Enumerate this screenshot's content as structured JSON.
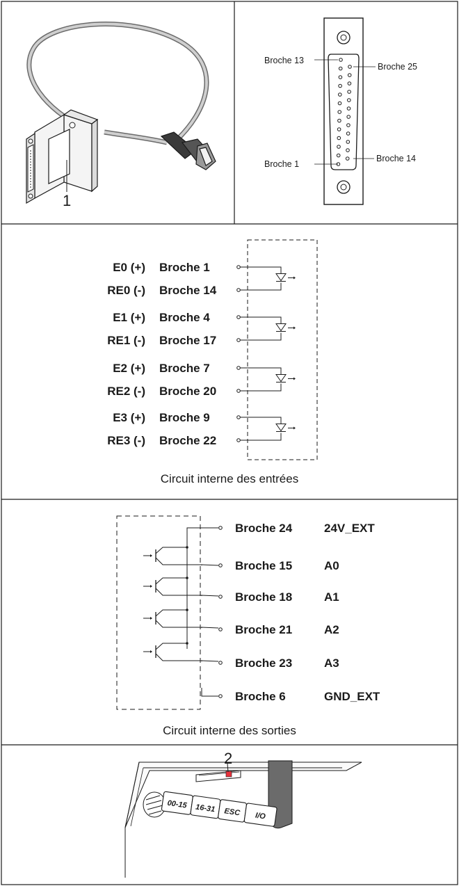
{
  "panel1": {
    "callout": "1"
  },
  "panel2": {
    "pin13": "Broche 13",
    "pin25": "Broche 25",
    "pin1": "Broche 1",
    "pin14": "Broche 14"
  },
  "inputs": {
    "rows": [
      {
        "signal": "E0 (+)",
        "pin": "Broche 1"
      },
      {
        "signal": "RE0  (-)",
        "pin": "Broche 14"
      },
      {
        "signal": "E1 (+)",
        "pin": "Broche 4"
      },
      {
        "signal": "RE1  (-)",
        "pin": "Broche 17"
      },
      {
        "signal": "E2 (+)",
        "pin": "Broche 7"
      },
      {
        "signal": "RE2  (-)",
        "pin": "Broche 20"
      },
      {
        "signal": "E3 (+)",
        "pin": "Broche 9"
      },
      {
        "signal": "RE3  (-)",
        "pin": "Broche 22"
      }
    ],
    "caption": "Circuit interne des entrées"
  },
  "outputs": {
    "rows": [
      {
        "pin": "Broche 24",
        "signal": "24V_EXT"
      },
      {
        "pin": "Broche 15",
        "signal": "A0"
      },
      {
        "pin": "Broche 18",
        "signal": "A1"
      },
      {
        "pin": "Broche 21",
        "signal": "A2"
      },
      {
        "pin": "Broche 23",
        "signal": "A3"
      },
      {
        "pin": "Broche 6",
        "signal": "GND_EXT"
      }
    ],
    "caption": "Circuit interne des sorties"
  },
  "device": {
    "callout": "2",
    "keys": [
      "00-15",
      "16-31",
      "ESC",
      "I/O"
    ]
  },
  "colors": {
    "line": "#1a1a1a",
    "cable": "#6b6b6b",
    "led": "#e8323c"
  }
}
